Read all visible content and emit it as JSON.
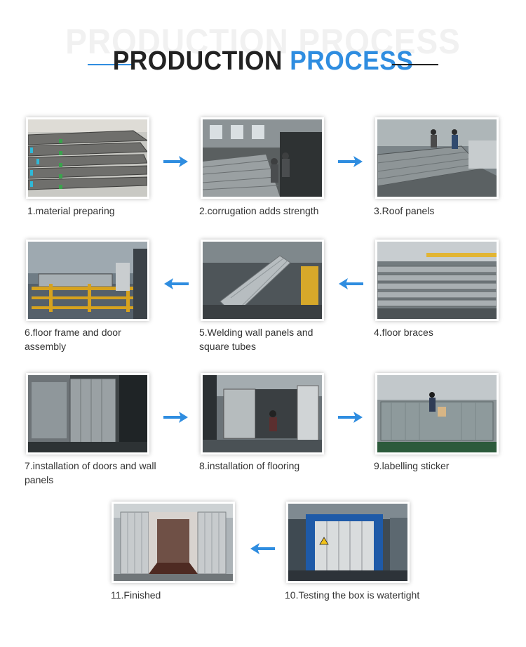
{
  "header": {
    "ghost_title": "PRODUCTION PROCESS",
    "title_part1": "PRODUCTION",
    "title_part2": "PROCESS"
  },
  "colors": {
    "accent": "#2f8de0",
    "text": "#222222"
  },
  "steps": [
    {
      "label": "1.material preparing"
    },
    {
      "label": "2.corrugation adds strength"
    },
    {
      "label": "3.Roof panels"
    },
    {
      "label": "4.floor braces"
    },
    {
      "label": "5.Welding wall panels and square tubes"
    },
    {
      "label": "6.floor frame and door assembly"
    },
    {
      "label": "7.installation of doors and wall panels"
    },
    {
      "label": "8.installation of flooring"
    },
    {
      "label": "9.labelling sticker"
    },
    {
      "label": "10.Testing the box is watertight"
    },
    {
      "label": "11.Finished"
    }
  ],
  "arrows": [
    "arrow-right",
    "arrow-right",
    "arrow-left",
    "arrow-left",
    "arrow-right",
    "arrow-right",
    "arrow-left"
  ]
}
